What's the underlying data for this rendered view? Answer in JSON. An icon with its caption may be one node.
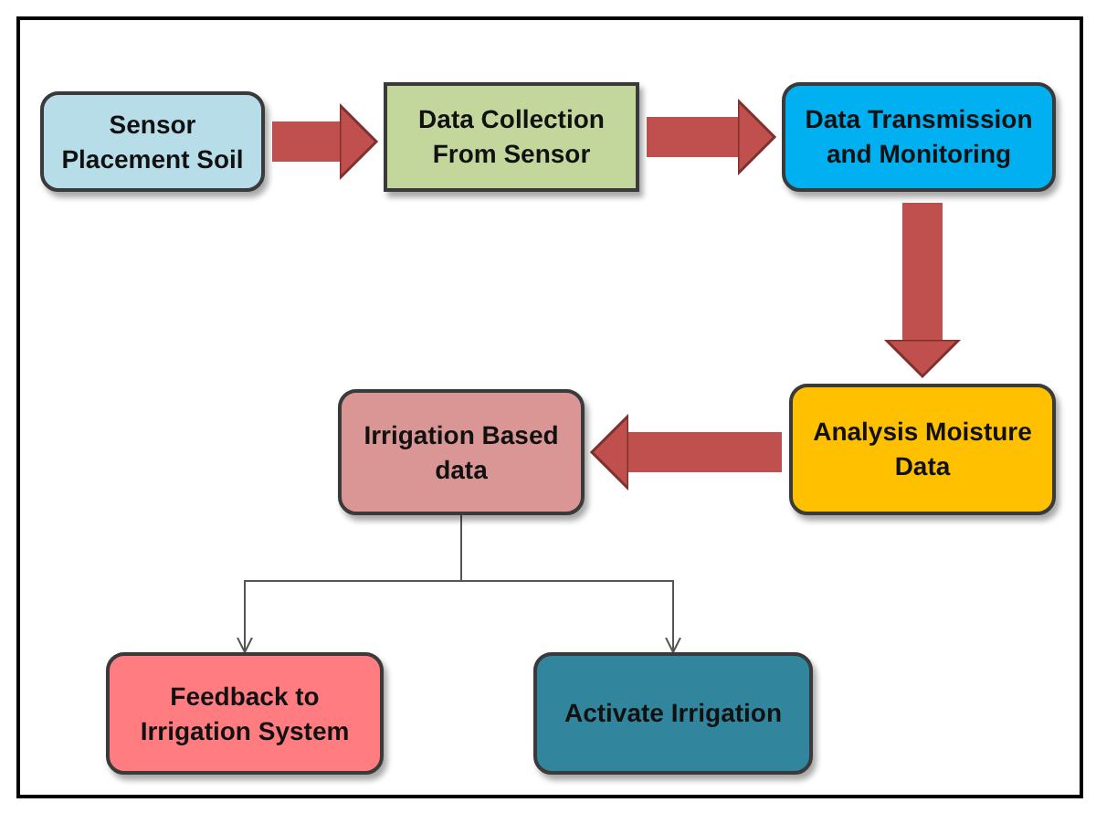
{
  "diagram": {
    "nodes": [
      {
        "text": [
          "Sensor Placement Soil"
        ]
      },
      {
        "text": [
          "Data Collection From Sensor"
        ]
      },
      {
        "text": [
          "Data Transmission and Monitoring"
        ]
      },
      {
        "text": [
          "Analysis Moisture Data"
        ]
      },
      {
        "text": [
          "Irrigation Based data"
        ]
      },
      {
        "text": [
          "Feedback to Irrigation System"
        ]
      },
      {
        "text": [
          "Activate Irrigation"
        ]
      }
    ],
    "edges": [
      {
        "from": 0,
        "to": 1,
        "arrow": "to"
      },
      {
        "from": 1,
        "to": 2,
        "arrow": "to"
      },
      {
        "from": 2,
        "to": 3,
        "arrow": "to"
      },
      {
        "from": 3,
        "to": 4,
        "arrow": "to"
      },
      {
        "from": 4,
        "to": 5,
        "arrow": "to",
        "color": "#555555"
      },
      {
        "from": 4,
        "to": 6,
        "arrow": "to",
        "color": "#555555"
      }
    ]
  }
}
